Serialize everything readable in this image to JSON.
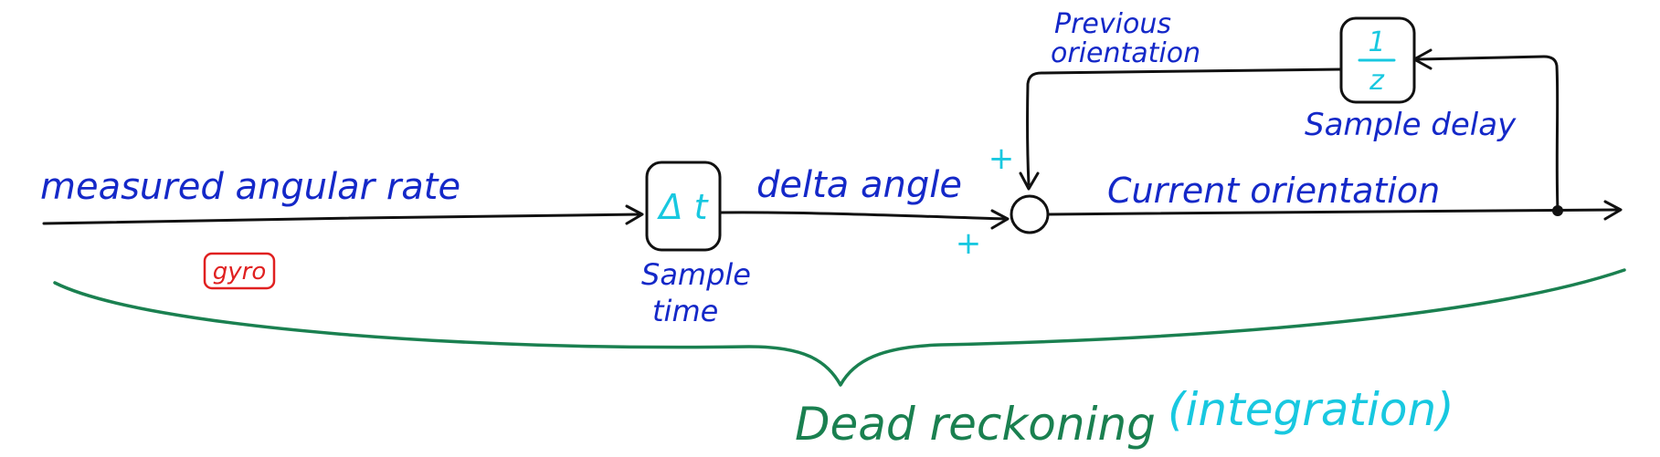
{
  "colors": {
    "signal_label": "#1428c8",
    "operator": "#18c8e0",
    "brace": "#1a8050",
    "sensor_tag": "#e02020",
    "line": "#111111"
  },
  "labels": {
    "measured_angular_rate": "measured angular rate",
    "gyro": "gyro",
    "delta_angle": "delta angle",
    "sample_time_line1": "Sample",
    "sample_time_line2": "time",
    "current_orientation": "Current orientation",
    "previous_orientation_line1": "Previous",
    "previous_orientation_line2": "orientation",
    "sample_delay": "Sample delay",
    "plus_top": "+",
    "plus_bottom": "+",
    "dead_reckoning": "Dead reckoning",
    "integration": "(integration)"
  },
  "blocks": {
    "delta_t": "Δ t",
    "delay_numerator": "1",
    "delay_denominator": "z"
  }
}
